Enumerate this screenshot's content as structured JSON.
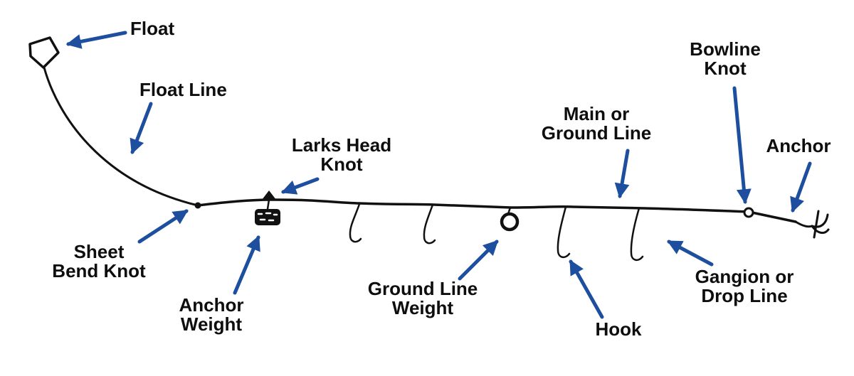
{
  "diagram": {
    "colors": {
      "arrow_blue": "#1e4f9f",
      "ink_black": "#111111",
      "background": "#ffffff"
    },
    "labels": {
      "float": "Float",
      "float_line": "Float Line",
      "larks_head_knot": "Larks Head\nKnot",
      "sheet_bend_knot": "Sheet\nBend Knot",
      "anchor_weight": "Anchor\nWeight",
      "ground_line_weight": "Ground Line\nWeight",
      "main_or_ground_line": "Main or\nGround Line",
      "hook": "Hook",
      "gangion_or_drop_line": "Gangion or\nDrop Line",
      "bowline_knot": "Bowline\nKnot",
      "anchor": "Anchor"
    }
  }
}
